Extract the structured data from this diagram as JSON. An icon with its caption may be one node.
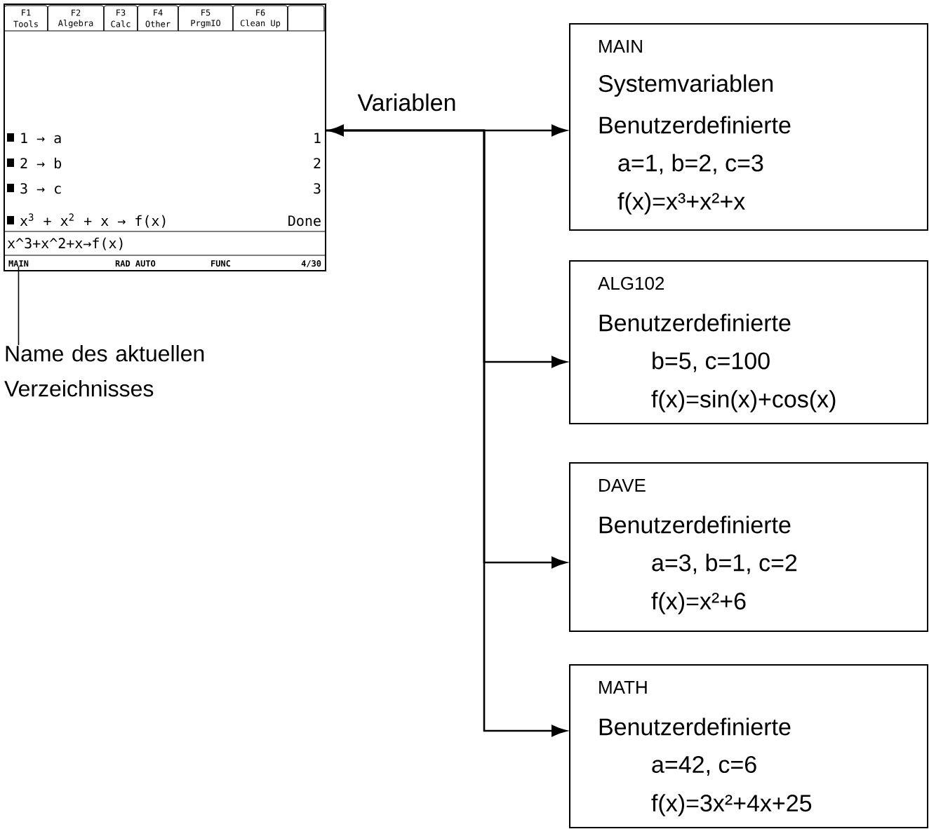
{
  "diagram": {
    "nodes": [
      {
        "text": [
          "F1",
          "Tools",
          "F2",
          "Algebra",
          "F3",
          "Calc",
          "F4",
          "Other",
          "F5",
          "PrgmIO",
          "F6",
          "Clean Up",
          "1 → a",
          "1",
          "2 → b",
          "2",
          "3 → c",
          "3",
          "x$^{3}$ + x$^{2}$ + x → f(x)",
          "Done",
          "x^3+x^2+x→f(x)",
          "RAD AUTO",
          "FUNC",
          "4/30"
        ]
      },
      {
        "text": [
          "MAIN"
        ],
        "in": 0
      },
      {
        "text": [
          "Name des aktuellen Verzeichnisses"
        ]
      },
      {
        "text": [
          "MAIN",
          "Systemvariablen",
          "Benutzerdefinierte",
          "a=1, b=2, c=3",
          "f(x)=x³+x²+x"
        ]
      },
      {
        "text": [
          "ALG102",
          "Benutzerdefinierte",
          "b=5, c=100",
          "f(x)=sin(x)+cos(x)"
        ]
      },
      {
        "text": [
          "DAVE",
          "Benutzerdefinierte",
          "a=3, b=1, c=2",
          "f(x)=x²+6"
        ]
      },
      {
        "text": [
          "MATH",
          "Benutzerdefinierte",
          "a=42, c=6",
          "f(x)=3x²+4x+25"
        ]
      }
    ],
    "edges": [
      {
        "from": 2,
        "to": 1,
        "arrow": "none"
      },
      {
        "from": 0,
        "to": 3,
        "arrow": "both",
        "label": "Variablen"
      },
      {
        "from": 0,
        "to": 4,
        "arrow": "to"
      },
      {
        "from": 0,
        "to": 5,
        "arrow": "to"
      },
      {
        "from": 0,
        "to": 6,
        "arrow": "to"
      }
    ]
  }
}
